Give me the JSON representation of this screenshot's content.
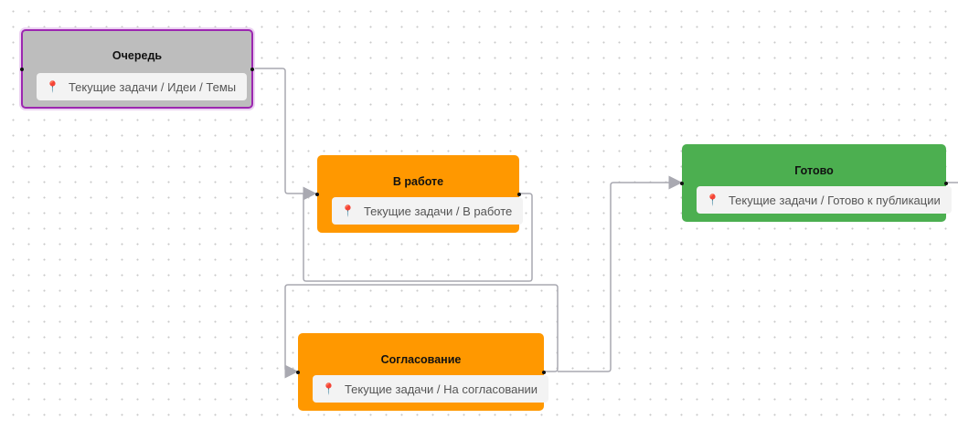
{
  "nodes": [
    {
      "id": "queue",
      "title": "Очередь",
      "path": "Текущие задачи / Идеи / Темы",
      "color": "#bdbdbd",
      "selected": true
    },
    {
      "id": "in-progress",
      "title": "В работе",
      "path": "Текущие задачи / В работе",
      "color": "#ff9800"
    },
    {
      "id": "approval",
      "title": "Согласование",
      "path": "Текущие задачи / На согласовании",
      "color": "#ff9800"
    },
    {
      "id": "done",
      "title": "Готово",
      "path": "Текущие задачи / Готово к публикации",
      "color": "#4caf50"
    }
  ],
  "colors": {
    "selection": "#9c27b0",
    "edge": "#a9a9b1"
  }
}
